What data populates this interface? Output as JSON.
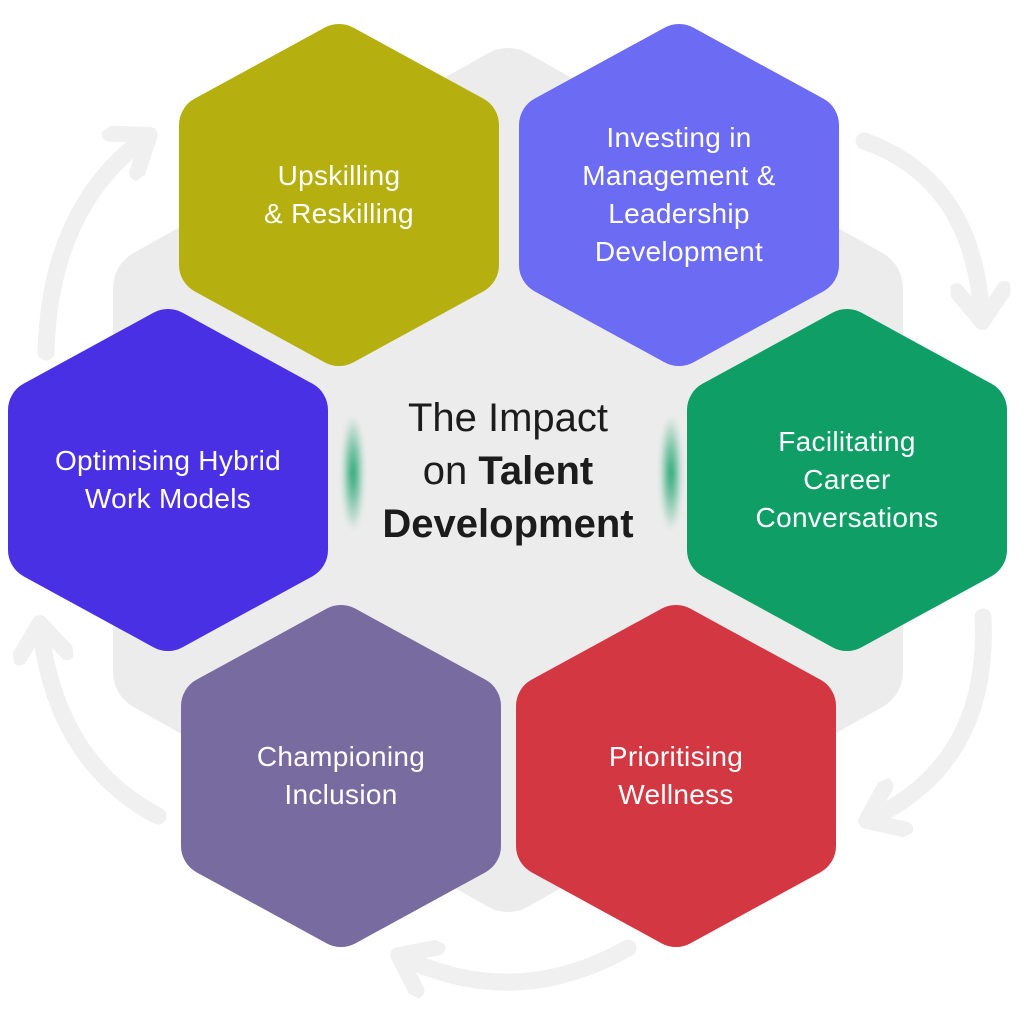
{
  "title": {
    "line1": "The Impact",
    "line2_prefix": "on ",
    "line2_bold": "Talent",
    "line3_bold": "Development"
  },
  "hexagons": [
    {
      "id": "upskilling",
      "label": "Upskilling\n& Reskilling",
      "color": "#b5b00f"
    },
    {
      "id": "investing",
      "label": "Investing in\nManagement &\nLeadership\nDevelopment",
      "color": "#6b6bf3"
    },
    {
      "id": "facilitating",
      "label": "Facilitating\nCareer\nConversations",
      "color": "#0e9e66"
    },
    {
      "id": "prioritising",
      "label": "Prioritising\nWellness",
      "color": "#d23742"
    },
    {
      "id": "championing",
      "label": "Championing\nInclusion",
      "color": "#786b9f"
    },
    {
      "id": "optimising",
      "label": "Optimising Hybrid\nWork Models",
      "color": "#4a30e4"
    }
  ],
  "background": {
    "canvas_color": "#ffffff",
    "hexagon_color": "#ececec",
    "accent_color": "#0e9e66",
    "arrow_color": "#f0f0f0",
    "title_color": "#1c1c1c",
    "label_color": "#ffffff"
  },
  "arrows": {
    "direction": "clockwise",
    "count": 5
  }
}
